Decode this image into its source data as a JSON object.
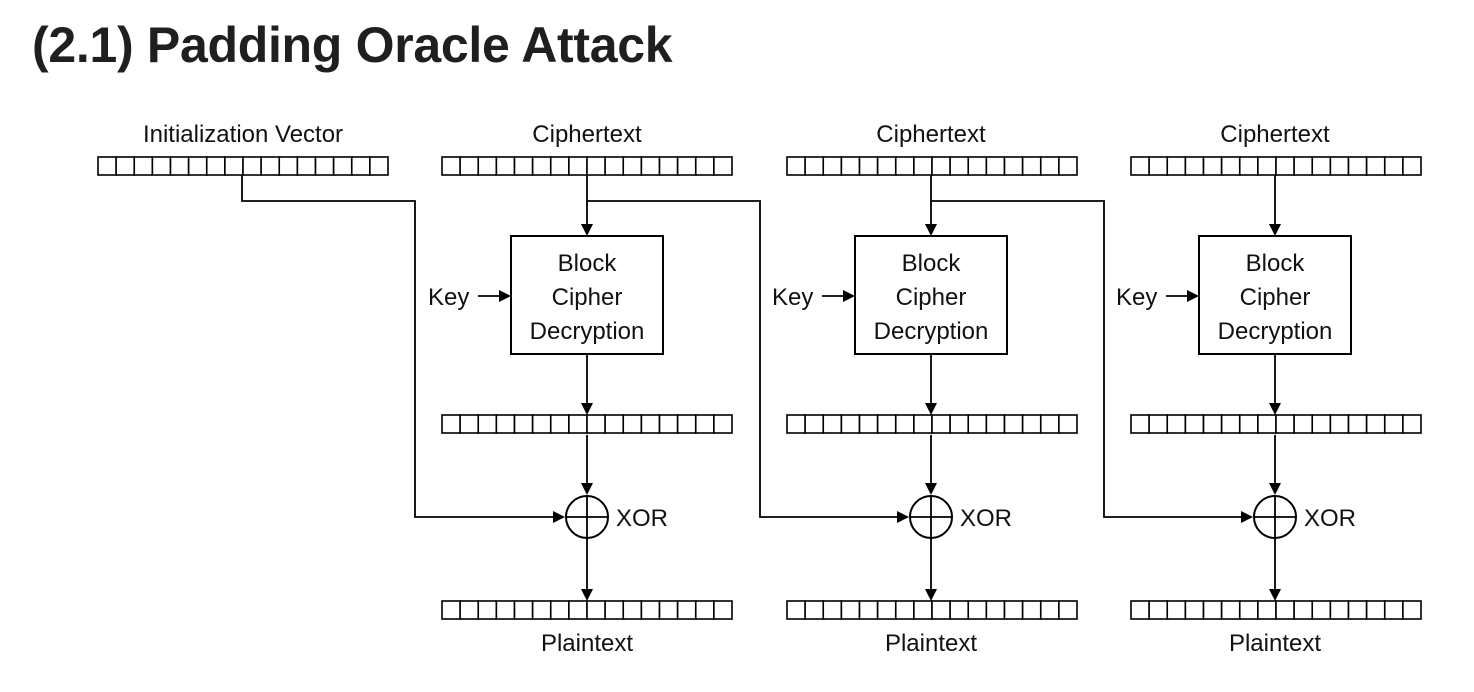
{
  "page": {
    "title": "(2.1) Padding Oracle Attack"
  },
  "diagram": {
    "iv_label": "Initialization Vector",
    "ciphertext_label": "Ciphertext",
    "plaintext_label": "Plaintext",
    "key_label": "Key",
    "block_cipher_lines": [
      "Block",
      "Cipher",
      "Decryption"
    ],
    "xor_label": "XOR",
    "block_bytes": 16,
    "stages": 3
  }
}
